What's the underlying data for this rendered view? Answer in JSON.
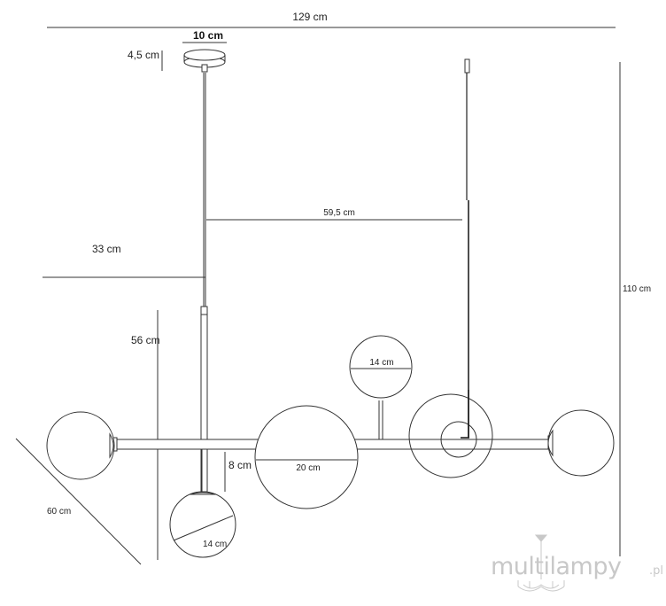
{
  "diagram": {
    "labels": {
      "total_width": "129 cm",
      "canopy_width": "10 cm",
      "canopy_height": "4,5 cm",
      "rod_spacing": "59,5 cm",
      "cable_length": "33 cm",
      "body_height": "56 cm",
      "total_height": "110 cm",
      "small_globe": "14 cm",
      "bottom_globe": "14 cm",
      "large_globe": "20 cm",
      "arm_drop": "8 cm",
      "depth": "60 cm"
    },
    "colors": {
      "line": "#333333",
      "cable": "#222222",
      "logo": "#c8c8c8"
    }
  },
  "watermark": {
    "brand": "multilampy",
    "suffix": ".pl"
  }
}
